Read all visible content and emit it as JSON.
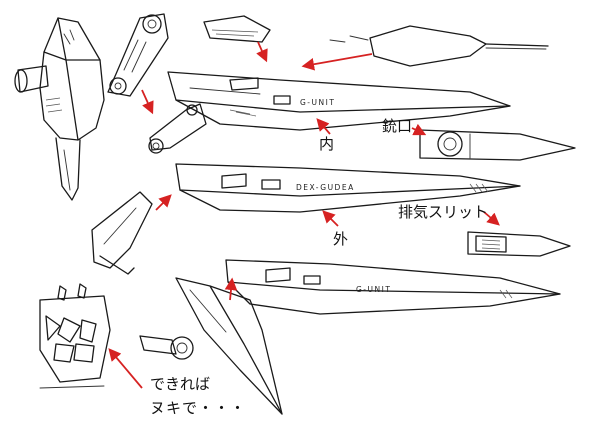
{
  "labels": {
    "inner": "内",
    "muzzle": "銃口",
    "outer": "外",
    "exhaust_slit": "排気スリット",
    "note_line1": "できれば",
    "note_line2": "ヌキで・・・"
  },
  "sketch_text": {
    "blade_top": "G-UNIT",
    "blade_middle": "DEX-GUDEA",
    "blade_bottom": "G-UNIT"
  },
  "colors": {
    "line_art": "#1a1a1a",
    "arrow": "#d62222",
    "background": "#ffffff"
  }
}
